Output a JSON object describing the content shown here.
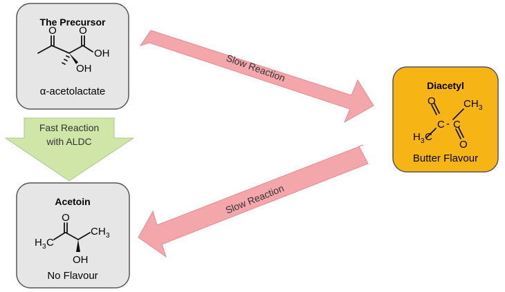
{
  "nodes": {
    "precursor": {
      "title": "The Precursor",
      "subtitle": "α-acetolactate",
      "fill": "#e6e6e6"
    },
    "diacetyl": {
      "title": "Diacetyl",
      "subtitle": "Butter Flavour",
      "fill": "#f6b515"
    },
    "acetoin": {
      "title": "Acetoin",
      "subtitle": "No Flavour",
      "fill": "#e6e6e6"
    }
  },
  "edges": {
    "slow_top": {
      "label": "Slow Reaction",
      "fill": "#f4a7ab"
    },
    "slow_bottom": {
      "label": "Slow Reaction",
      "fill": "#f4a7ab"
    },
    "fast": {
      "label_line1": "Fast Reaction",
      "label_line2": "with ALDC",
      "fill": "#cfe6a8"
    }
  },
  "molecules": {
    "precursor": {
      "atoms": [
        "OH",
        "OH",
        "O",
        "O"
      ]
    },
    "diacetyl": {
      "atoms": [
        "O",
        "O",
        "CH",
        "3",
        "H",
        "3",
        "C",
        "C",
        "-"
      ]
    },
    "acetoin": {
      "atoms": [
        "O",
        "OH",
        "H",
        "3",
        "C",
        "CH",
        "3"
      ]
    }
  }
}
